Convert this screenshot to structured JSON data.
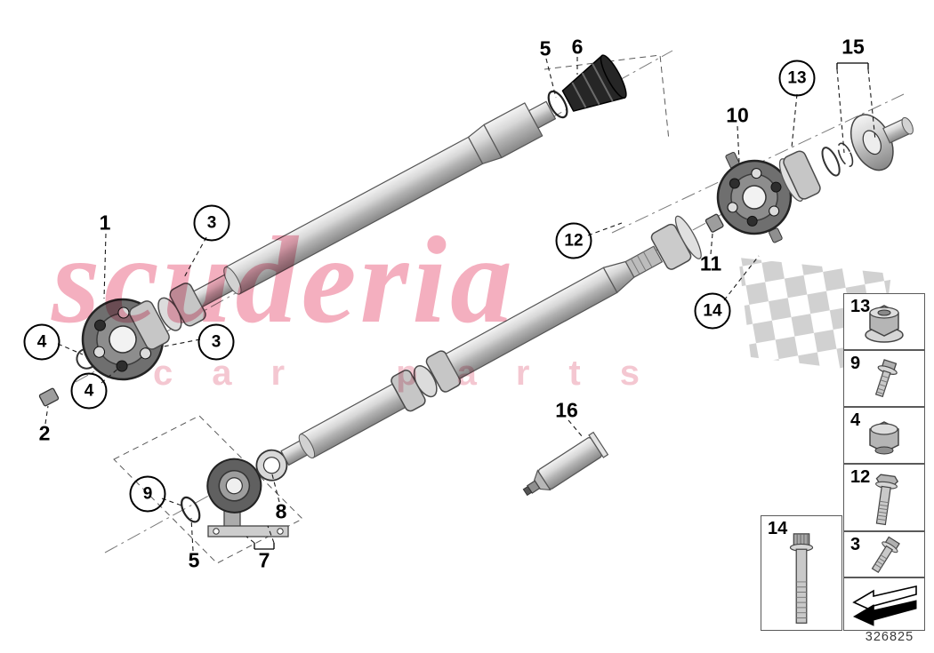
{
  "page": {
    "part_number": "326825",
    "background": "#ffffff"
  },
  "watermark": {
    "title": "scuderia",
    "subtitle": "car parts",
    "color": "#e9607f"
  },
  "callouts": [
    {
      "label": "5",
      "style": "plain"
    },
    {
      "label": "6",
      "style": "plain"
    },
    {
      "label": "15",
      "style": "plain"
    },
    {
      "label": "13",
      "style": "circled"
    },
    {
      "label": "10",
      "style": "plain"
    },
    {
      "label": "1",
      "style": "plain"
    },
    {
      "label": "3",
      "style": "circled"
    },
    {
      "label": "12",
      "style": "circled"
    },
    {
      "label": "11",
      "style": "plain"
    },
    {
      "label": "14",
      "style": "circled"
    },
    {
      "label": "4",
      "style": "circled"
    },
    {
      "label": "3",
      "style": "circled"
    },
    {
      "label": "4",
      "style": "circled"
    },
    {
      "label": "2",
      "style": "plain"
    },
    {
      "label": "16",
      "style": "plain"
    },
    {
      "label": "9",
      "style": "circled"
    },
    {
      "label": "8",
      "style": "plain"
    },
    {
      "label": "5",
      "style": "plain"
    },
    {
      "label": "7",
      "style": "plain"
    }
  ],
  "legend": {
    "items": [
      {
        "label": "13",
        "icon": "flange-nut-icon"
      },
      {
        "label": "9",
        "icon": "hex-screw-icon"
      },
      {
        "label": "4",
        "icon": "lock-nut-icon"
      },
      {
        "label": "12",
        "icon": "long-bolt-icon"
      },
      {
        "label": "3",
        "icon": "hex-bolt-icon"
      },
      {
        "label": "14",
        "icon": "spline-bolt-icon"
      }
    ],
    "direction_arrow": "direction-arrow-icon"
  }
}
